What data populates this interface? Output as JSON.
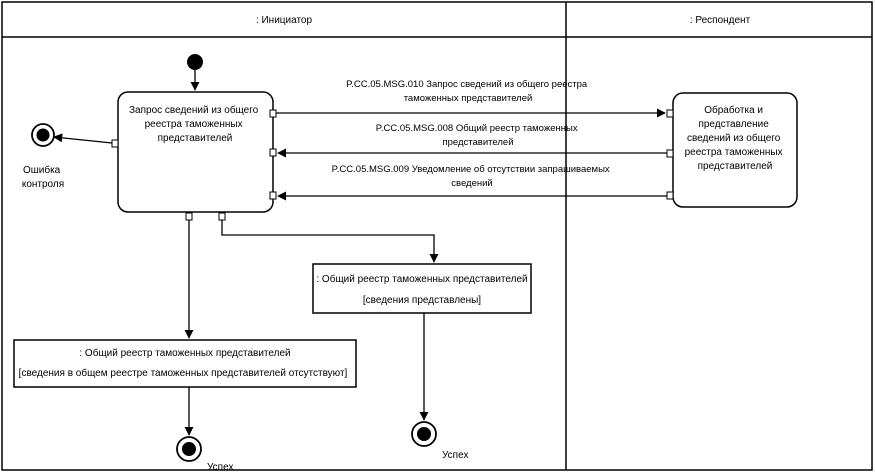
{
  "lanes": {
    "initiator": ": Инициатор",
    "respondent": ": Респондент"
  },
  "activities": {
    "request": [
      "Запрос сведений из общего",
      "реестра таможенных",
      "представителей"
    ],
    "processing": [
      "Обработка и",
      "представление",
      "сведений из общего",
      "реестра таможенных",
      "представителей"
    ]
  },
  "messages": {
    "msg010": [
      "P.CC.05.MSG.010 Запрос сведений из общего реестра",
      "таможенных представителей"
    ],
    "msg008": [
      "P.CC.05.MSG.008 Общий реестр таможенных",
      "представителей"
    ],
    "msg009": [
      "P.CC.05.MSG.009 Уведомление об отсутствии запрашиваемых",
      "сведений"
    ]
  },
  "objects": {
    "present": {
      "title": ": Общий реестр таможенных представителей",
      "state": "[сведения представлены]"
    },
    "absent": {
      "title": ": Общий реестр таможенных представителей",
      "state": "[сведения в общем реестре таможенных представителей отсутствуют]"
    }
  },
  "finals": {
    "error": [
      "Ошибка",
      "контроля"
    ],
    "success_left": "Успех",
    "success_right": "Успех"
  },
  "colors": {
    "line": "#000000",
    "background": "#ffffff"
  }
}
